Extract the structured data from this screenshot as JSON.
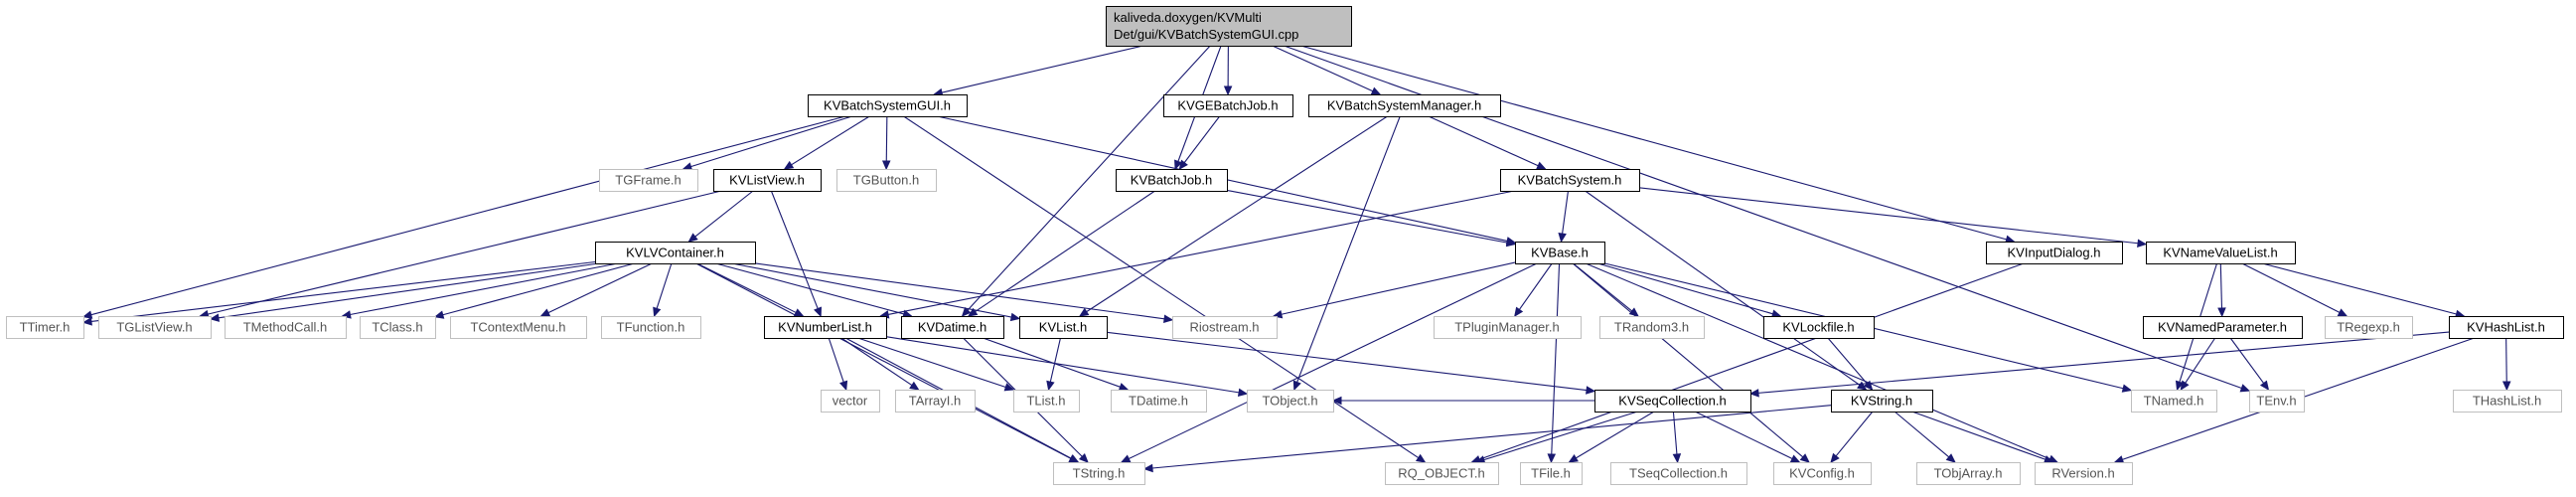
{
  "colors": {
    "edge": "#191970",
    "root_fill": "#bfbfbf",
    "normal_stroke": "#000000",
    "external_stroke": "#bfbfbf",
    "external_text": "#555555",
    "text": "#000000"
  },
  "graph": {
    "nodes": [
      {
        "id": "root",
        "lines": [
          "kaliveda.doxygen/KVMulti",
          "Det/gui/KVBatchSystemGUI.cpp"
        ],
        "kind": "root"
      },
      {
        "id": "kvbatchsystemgui",
        "lines": [
          "KVBatchSystemGUI.h"
        ],
        "kind": "normal"
      },
      {
        "id": "kvgebatchjob",
        "lines": [
          "KVGEBatchJob.h"
        ],
        "kind": "normal"
      },
      {
        "id": "kvbatchsystemmanager",
        "lines": [
          "KVBatchSystemManager.h"
        ],
        "kind": "normal"
      },
      {
        "id": "tgframe",
        "lines": [
          "TGFrame.h"
        ],
        "kind": "external"
      },
      {
        "id": "kvlistview",
        "lines": [
          "KVListView.h"
        ],
        "kind": "normal"
      },
      {
        "id": "tgbutton",
        "lines": [
          "TGButton.h"
        ],
        "kind": "external"
      },
      {
        "id": "kvbatchjob",
        "lines": [
          "KVBatchJob.h"
        ],
        "kind": "normal"
      },
      {
        "id": "kvbatchsystem",
        "lines": [
          "KVBatchSystem.h"
        ],
        "kind": "normal"
      },
      {
        "id": "kvlvcontainer",
        "lines": [
          "KVLVContainer.h"
        ],
        "kind": "normal"
      },
      {
        "id": "kvbase",
        "lines": [
          "KVBase.h"
        ],
        "kind": "normal"
      },
      {
        "id": "kvinputdialog",
        "lines": [
          "KVInputDialog.h"
        ],
        "kind": "normal"
      },
      {
        "id": "kvnamevaluelist",
        "lines": [
          "KVNameValueList.h"
        ],
        "kind": "normal"
      },
      {
        "id": "ttimer",
        "lines": [
          "TTimer.h"
        ],
        "kind": "external"
      },
      {
        "id": "tglistview",
        "lines": [
          "TGListView.h"
        ],
        "kind": "external"
      },
      {
        "id": "tmethodcall",
        "lines": [
          "TMethodCall.h"
        ],
        "kind": "external"
      },
      {
        "id": "tclass",
        "lines": [
          "TClass.h"
        ],
        "kind": "external"
      },
      {
        "id": "tcontextmenu",
        "lines": [
          "TContextMenu.h"
        ],
        "kind": "external"
      },
      {
        "id": "tfunction",
        "lines": [
          "TFunction.h"
        ],
        "kind": "external"
      },
      {
        "id": "kvnumberlist",
        "lines": [
          "KVNumberList.h"
        ],
        "kind": "normal"
      },
      {
        "id": "kvdatime",
        "lines": [
          "KVDatime.h"
        ],
        "kind": "normal"
      },
      {
        "id": "kvlist",
        "lines": [
          "KVList.h"
        ],
        "kind": "normal"
      },
      {
        "id": "riostream",
        "lines": [
          "Riostream.h"
        ],
        "kind": "external"
      },
      {
        "id": "tpluginmanager",
        "lines": [
          "TPluginManager.h"
        ],
        "kind": "external"
      },
      {
        "id": "trandom3",
        "lines": [
          "TRandom3.h"
        ],
        "kind": "external"
      },
      {
        "id": "kvlockfile",
        "lines": [
          "KVLockfile.h"
        ],
        "kind": "normal"
      },
      {
        "id": "kvnamedparameter",
        "lines": [
          "KVNamedParameter.h"
        ],
        "kind": "normal"
      },
      {
        "id": "tregexp",
        "lines": [
          "TRegexp.h"
        ],
        "kind": "external"
      },
      {
        "id": "kvhashlist",
        "lines": [
          "KVHashList.h"
        ],
        "kind": "normal"
      },
      {
        "id": "vector",
        "lines": [
          "vector"
        ],
        "kind": "external"
      },
      {
        "id": "tarrayi",
        "lines": [
          "TArrayI.h"
        ],
        "kind": "external"
      },
      {
        "id": "tlist",
        "lines": [
          "TList.h"
        ],
        "kind": "external"
      },
      {
        "id": "tdatime",
        "lines": [
          "TDatime.h"
        ],
        "kind": "external"
      },
      {
        "id": "tobject",
        "lines": [
          "TObject.h"
        ],
        "kind": "external"
      },
      {
        "id": "kvseqcollection",
        "lines": [
          "KVSeqCollection.h"
        ],
        "kind": "normal"
      },
      {
        "id": "kvstring",
        "lines": [
          "KVString.h"
        ],
        "kind": "normal"
      },
      {
        "id": "tnamed",
        "lines": [
          "TNamed.h"
        ],
        "kind": "external"
      },
      {
        "id": "tenv",
        "lines": [
          "TEnv.h"
        ],
        "kind": "external"
      },
      {
        "id": "thashlist",
        "lines": [
          "THashList.h"
        ],
        "kind": "external"
      },
      {
        "id": "tstring",
        "lines": [
          "TString.h"
        ],
        "kind": "external"
      },
      {
        "id": "rq_object",
        "lines": [
          "RQ_OBJECT.h"
        ],
        "kind": "external"
      },
      {
        "id": "tfile",
        "lines": [
          "TFile.h"
        ],
        "kind": "external"
      },
      {
        "id": "tseqcollection",
        "lines": [
          "TSeqCollection.h"
        ],
        "kind": "external"
      },
      {
        "id": "kvconfig",
        "lines": [
          "KVConfig.h"
        ],
        "kind": "external"
      },
      {
        "id": "tobjarray",
        "lines": [
          "TObjArray.h"
        ],
        "kind": "external"
      },
      {
        "id": "rversion",
        "lines": [
          "RVersion.h"
        ],
        "kind": "external"
      }
    ],
    "edges": [
      [
        "root",
        "kvbatchsystemgui"
      ],
      [
        "root",
        "kvgebatchjob"
      ],
      [
        "root",
        "kvbatchsystemmanager"
      ],
      [
        "root",
        "kvbatchjob"
      ],
      [
        "root",
        "kvdatime"
      ],
      [
        "root",
        "kvinputdialog"
      ],
      [
        "root",
        "tenv"
      ],
      [
        "kvbatchsystemgui",
        "ttimer"
      ],
      [
        "kvbatchsystemgui",
        "tgframe"
      ],
      [
        "kvbatchsystemgui",
        "kvlistview"
      ],
      [
        "kvbatchsystemgui",
        "tgbutton"
      ],
      [
        "kvbatchsystemgui",
        "kvbase"
      ],
      [
        "kvbatchsystemgui",
        "rq_object"
      ],
      [
        "kvgebatchjob",
        "kvbatchjob"
      ],
      [
        "kvbatchsystemmanager",
        "kvbatchsystem"
      ],
      [
        "kvbatchsystemmanager",
        "kvlist"
      ],
      [
        "kvbatchsystemmanager",
        "tobject"
      ],
      [
        "kvlistview",
        "kvlvcontainer"
      ],
      [
        "kvlistview",
        "tglistview"
      ],
      [
        "kvlistview",
        "kvnumberlist"
      ],
      [
        "kvbatchjob",
        "kvbase"
      ],
      [
        "kvbatchjob",
        "kvdatime"
      ],
      [
        "kvbatchsystem",
        "kvbase"
      ],
      [
        "kvbatchsystem",
        "kvnamevaluelist"
      ],
      [
        "kvbatchsystem",
        "kvnumberlist"
      ],
      [
        "kvbatchsystem",
        "kvstring"
      ],
      [
        "kvlvcontainer",
        "ttimer"
      ],
      [
        "kvlvcontainer",
        "tglistview"
      ],
      [
        "kvlvcontainer",
        "tmethodcall"
      ],
      [
        "kvlvcontainer",
        "tclass"
      ],
      [
        "kvlvcontainer",
        "tcontextmenu"
      ],
      [
        "kvlvcontainer",
        "tfunction"
      ],
      [
        "kvlvcontainer",
        "kvnumberlist"
      ],
      [
        "kvlvcontainer",
        "kvdatime"
      ],
      [
        "kvlvcontainer",
        "kvlist"
      ],
      [
        "kvlvcontainer",
        "riostream"
      ],
      [
        "kvlvcontainer",
        "tstring"
      ],
      [
        "kvbase",
        "riostream"
      ],
      [
        "kvbase",
        "tpluginmanager"
      ],
      [
        "kvbase",
        "trandom3"
      ],
      [
        "kvbase",
        "kvlockfile"
      ],
      [
        "kvbase",
        "tstring"
      ],
      [
        "kvbase",
        "tfile"
      ],
      [
        "kvbase",
        "kvconfig"
      ],
      [
        "kvbase",
        "tnamed"
      ],
      [
        "kvbase",
        "rversion"
      ],
      [
        "kvinputdialog",
        "rq_object"
      ],
      [
        "kvnamevaluelist",
        "kvnamedparameter"
      ],
      [
        "kvnamevaluelist",
        "tregexp"
      ],
      [
        "kvnamevaluelist",
        "kvhashlist"
      ],
      [
        "kvnamevaluelist",
        "tnamed"
      ],
      [
        "kvnumberlist",
        "vector"
      ],
      [
        "kvnumberlist",
        "tarrayi"
      ],
      [
        "kvnumberlist",
        "tlist"
      ],
      [
        "kvnumberlist",
        "tobject"
      ],
      [
        "kvnumberlist",
        "tstring"
      ],
      [
        "kvdatime",
        "tdatime"
      ],
      [
        "kvdatime",
        "tstring"
      ],
      [
        "kvlist",
        "tlist"
      ],
      [
        "kvlist",
        "kvseqcollection"
      ],
      [
        "kvlockfile",
        "kvstring"
      ],
      [
        "kvnamedparameter",
        "tnamed"
      ],
      [
        "kvnamedparameter",
        "tenv"
      ],
      [
        "kvhashlist",
        "kvseqcollection"
      ],
      [
        "kvhashlist",
        "thashlist"
      ],
      [
        "kvhashlist",
        "rversion"
      ],
      [
        "kvseqcollection",
        "rq_object"
      ],
      [
        "kvseqcollection",
        "tfile"
      ],
      [
        "kvseqcollection",
        "tseqcollection"
      ],
      [
        "kvseqcollection",
        "kvconfig"
      ],
      [
        "kvseqcollection",
        "tobject"
      ],
      [
        "kvstring",
        "tstring"
      ],
      [
        "kvstring",
        "kvconfig"
      ],
      [
        "kvstring",
        "tobjarray"
      ],
      [
        "kvstring",
        "rversion"
      ]
    ]
  }
}
